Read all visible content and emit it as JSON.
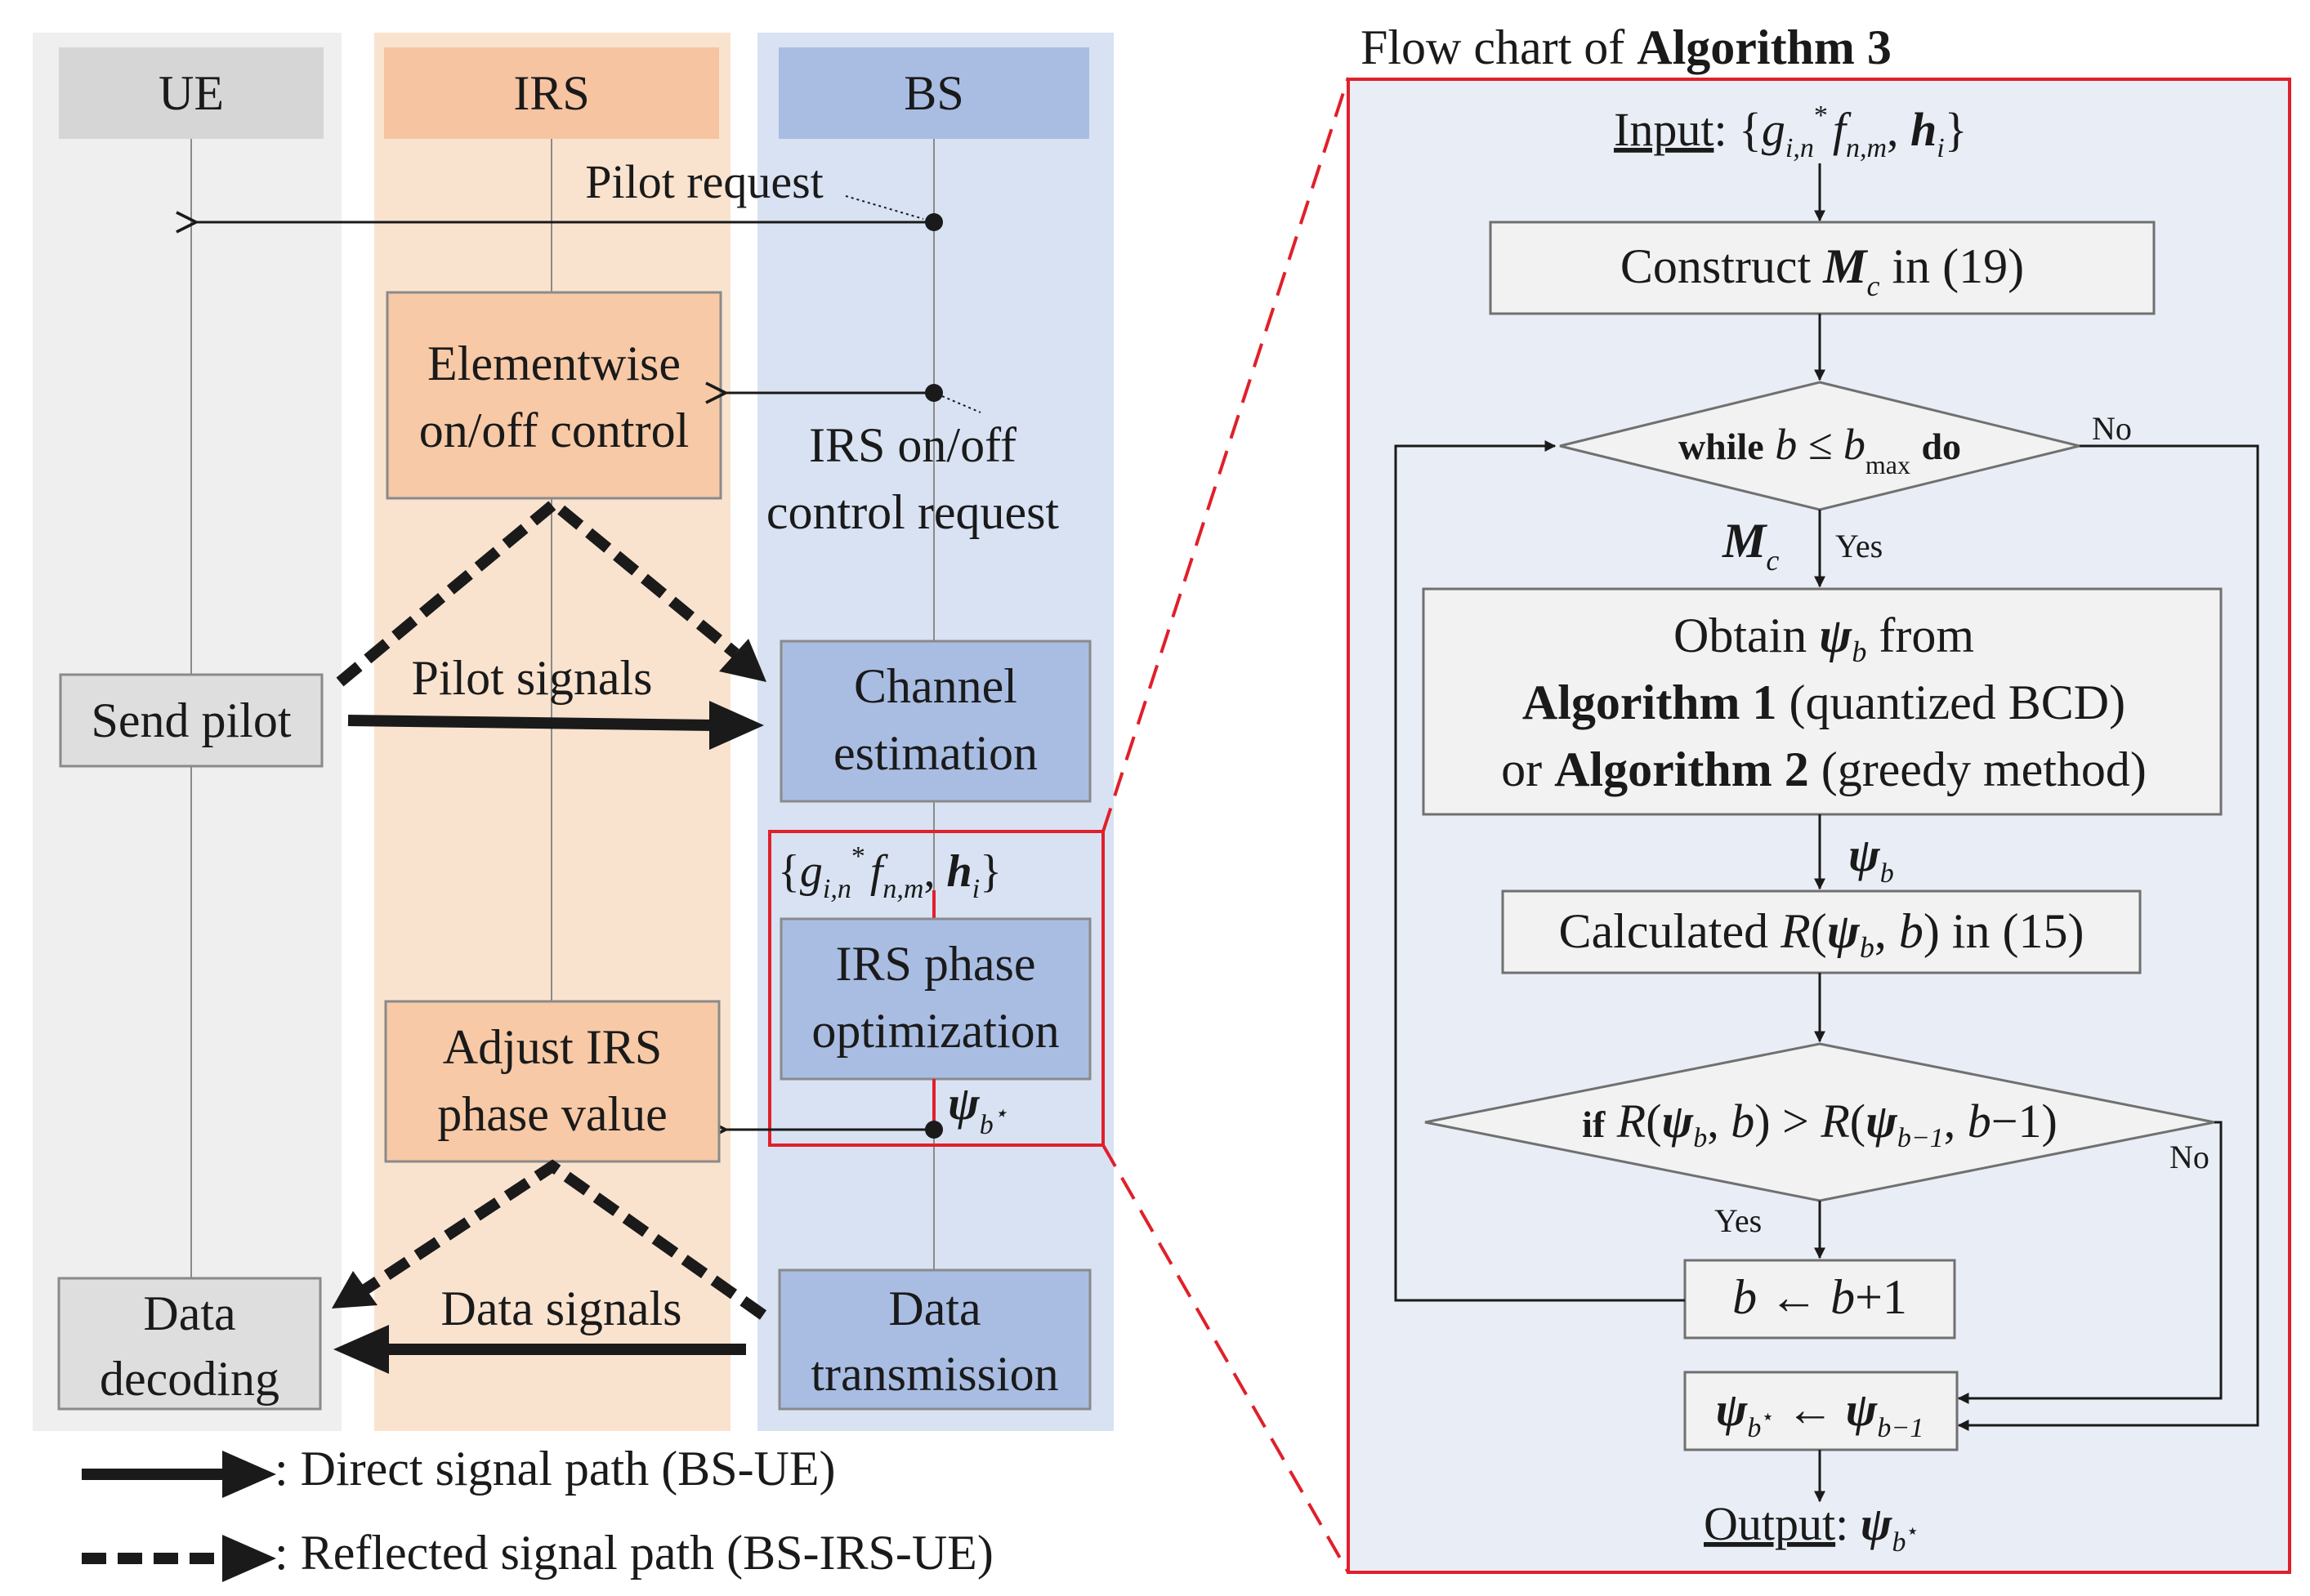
{
  "colors": {
    "ue_lane": "#efefef",
    "irs_lane": "#f9e3cf",
    "bs_lane": "#d8e2f2",
    "ue_header": "#d6d6d6",
    "irs_header": "#f6c4a1",
    "bs_header": "#a9bde3",
    "irs_box": "#f7c9a6",
    "bs_box": "#a9bde3",
    "ue_box": "#dedede",
    "panel_bg": "#e9eef6",
    "panel_border": "#e0202a",
    "flow_box": "#f2f2f2",
    "ink": "#1a1a1a"
  },
  "lanes": {
    "ue": "UE",
    "irs": "IRS",
    "bs": "BS"
  },
  "seq": {
    "pilot_request": "Pilot request",
    "elementwise_l1": "Elementwise",
    "elementwise_l2": "on/off control",
    "irs_request_l1": "IRS on/off",
    "irs_request_l2": "control request",
    "send_pilot": "Send pilot",
    "pilot_signals": "Pilot signals",
    "channel_l1": "Channel",
    "channel_l2": "estimation",
    "csi_set": "{g_{i,n}^{*} f_{n,m}, h_i}",
    "phase_opt_l1": "IRS phase",
    "phase_opt_l2": "optimization",
    "psi_out": "ψ_{b*}",
    "adjust_l1": "Adjust IRS",
    "adjust_l2": "phase value",
    "data_signals": "Data signals",
    "decoding_l1": "Data",
    "decoding_l2": "decoding",
    "transmission_l1": "Data",
    "transmission_l2": "transmission"
  },
  "legend": {
    "direct": ": Direct signal path (BS-UE)",
    "reflected": ": Reflected signal path (BS-IRS-UE)"
  },
  "flow": {
    "title_prefix": "Flow chart of ",
    "title_bold": "Algorithm 3",
    "input_label": "Input",
    "input_set": "{g_{i,n}^{*} f_{n,m}, h_i}",
    "construct_prefix": "Construct ",
    "construct_var": "M",
    "construct_sub": "c",
    "construct_suffix": " in (19)",
    "while_kw": "while",
    "while_cond": "b ≤ b",
    "while_sub": "max",
    "while_do": "do",
    "no_label": "No",
    "yes_label": "Yes",
    "mc_var": "M",
    "mc_sub": "c",
    "obtain_prefix": "Obtain ",
    "obtain_var": "ψ",
    "obtain_sub": "b",
    "obtain_suffix": " from",
    "alg1_bold": "Algorithm 1",
    "alg1_rest": " (quantized BCD)",
    "alg2_or": "or ",
    "alg2_bold": "Algorithm 2",
    "alg2_rest": " (greedy method)",
    "psi_edge": "ψ_b",
    "calc_text": "Calculated R(ψ_b, b) in (15)",
    "if_kw": "if",
    "if_cond": "R(ψ_b, b) > R(ψ_{b−1}, b−1)",
    "increment": "b ← b+1",
    "assign": "ψ_{b*} ← ψ_{b−1}",
    "output_label": "Output",
    "output_var": "ψ_{b*}"
  }
}
